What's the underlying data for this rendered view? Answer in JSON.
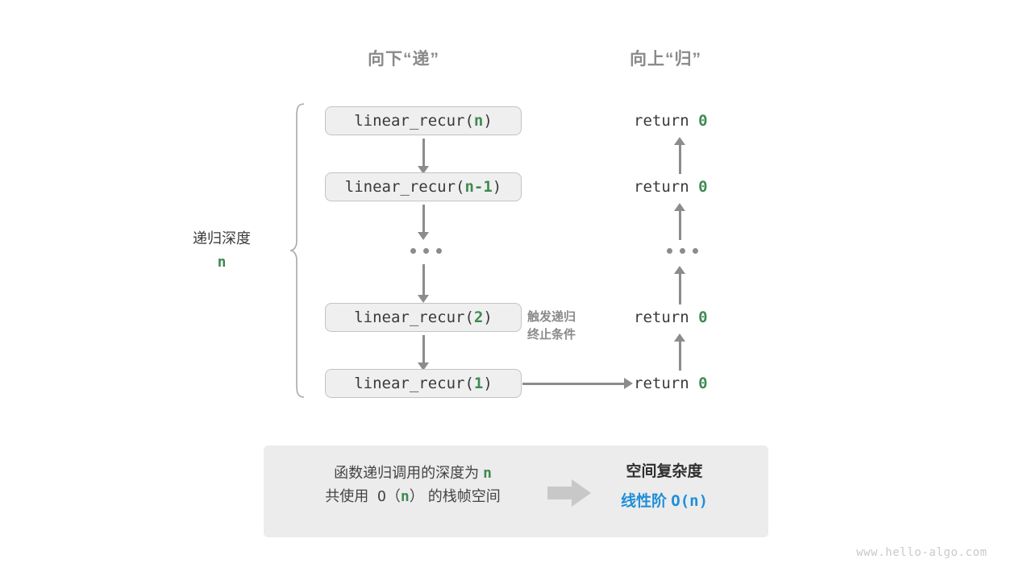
{
  "headers": {
    "down": "向下“递”",
    "up": "向上“归”"
  },
  "depth": {
    "label": "递归深度",
    "value": "n"
  },
  "call_stack": [
    {
      "prefix": "linear_recur(",
      "arg": "n",
      "suffix": ")"
    },
    {
      "prefix": "linear_recur(",
      "arg": "n-1",
      "suffix": ")"
    },
    {
      "ellipsis": "..."
    },
    {
      "prefix": "linear_recur(",
      "arg": "2",
      "suffix": ")"
    },
    {
      "prefix": "linear_recur(",
      "arg": "1",
      "suffix": ")"
    }
  ],
  "returns": [
    {
      "text": "return ",
      "value": "0"
    },
    {
      "text": "return ",
      "value": "0"
    },
    {
      "ellipsis": "..."
    },
    {
      "text": "return ",
      "value": "0"
    },
    {
      "text": "return ",
      "value": "0"
    }
  ],
  "terminate_note": {
    "line1": "触发递归",
    "line2": "终止条件"
  },
  "summary": {
    "left_line1_a": "函数递归调用的深度为 ",
    "left_line1_n": "n",
    "left_line2_a": "共使用 O（",
    "left_line2_n": "n",
    "left_line2_b": "） 的栈帧空间",
    "arrow_icon": "right-block-arrow",
    "right_line1": "空间复杂度",
    "right_line2_a": "线性阶 ",
    "right_line2_b": "O(n)"
  },
  "watermark": "www.hello-algo.com",
  "colors": {
    "green": "#3f8a52",
    "blue": "#1f8fd8",
    "gray_arrow": "#8c8c8c",
    "box_fill": "#efefef",
    "box_border": "#c3c3c3",
    "panel_fill": "#ececec",
    "header_text": "#8a8a8a"
  }
}
